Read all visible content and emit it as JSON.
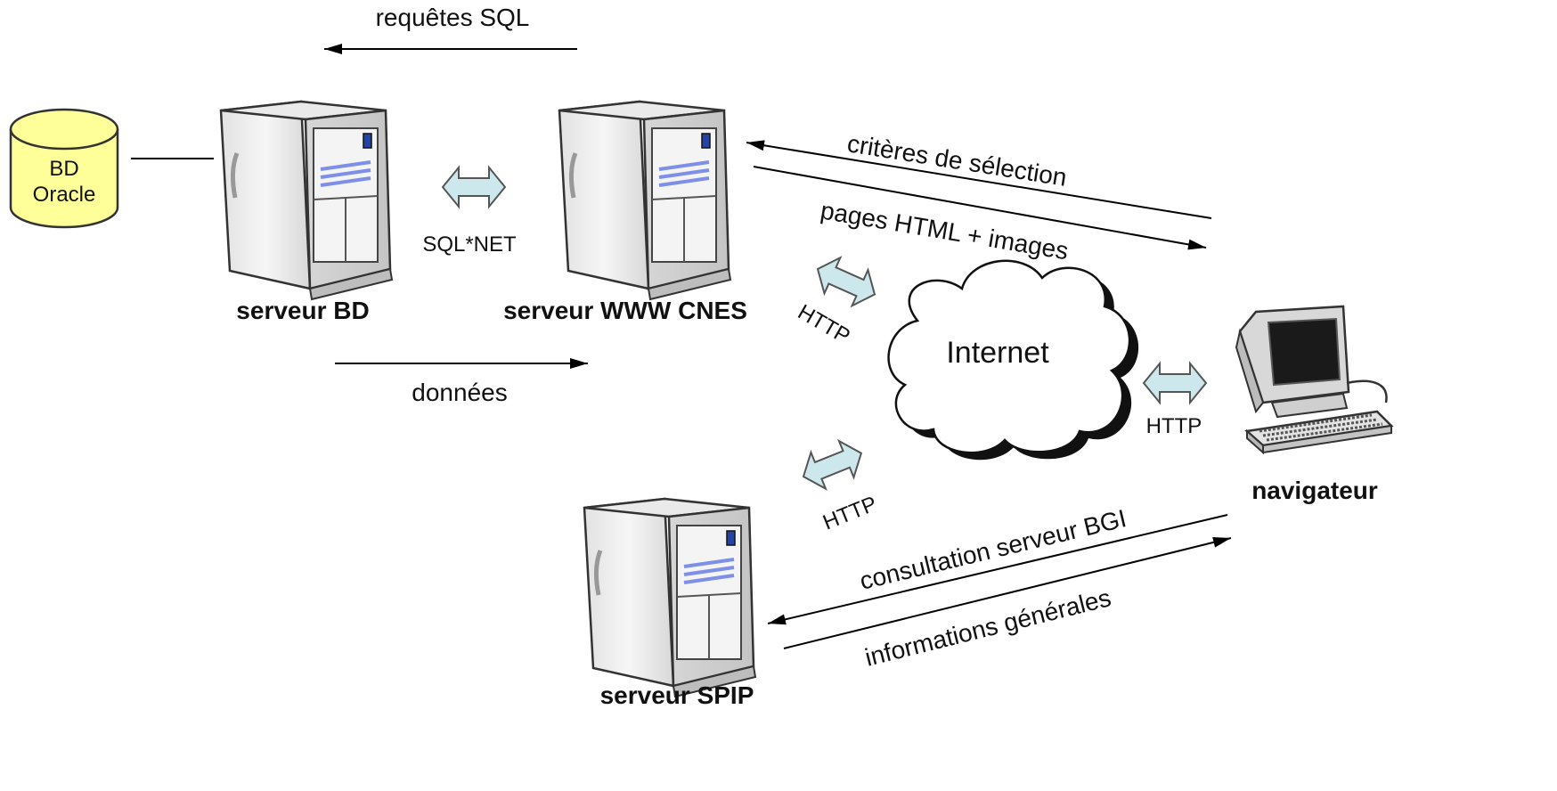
{
  "database": {
    "line1": "BD",
    "line2": "Oracle",
    "fill_color": "#ffff99"
  },
  "nodes": {
    "db_server": "serveur BD",
    "web_server": "serveur WWW CNES",
    "spip_server": "serveur SPIP",
    "browser": "navigateur",
    "internet": "Internet"
  },
  "flows": {
    "sql_requests": "requêtes SQL",
    "data": "données",
    "selection_criteria": "critères de sélection",
    "html_pages": "pages HTML + images",
    "bgi_consultation": "consultation serveur BGI",
    "general_info": "informations générales"
  },
  "protocols": {
    "sqlnet": "SQL*NET",
    "http_web": "HTTP",
    "http_spip": "HTTP",
    "http_browser": "HTTP",
    "arrow_color": "#cce8ec"
  },
  "icons": {
    "server": "tower-server-icon",
    "computer": "desktop-computer-icon",
    "cloud": "cloud-icon",
    "database": "database-cylinder-icon"
  }
}
